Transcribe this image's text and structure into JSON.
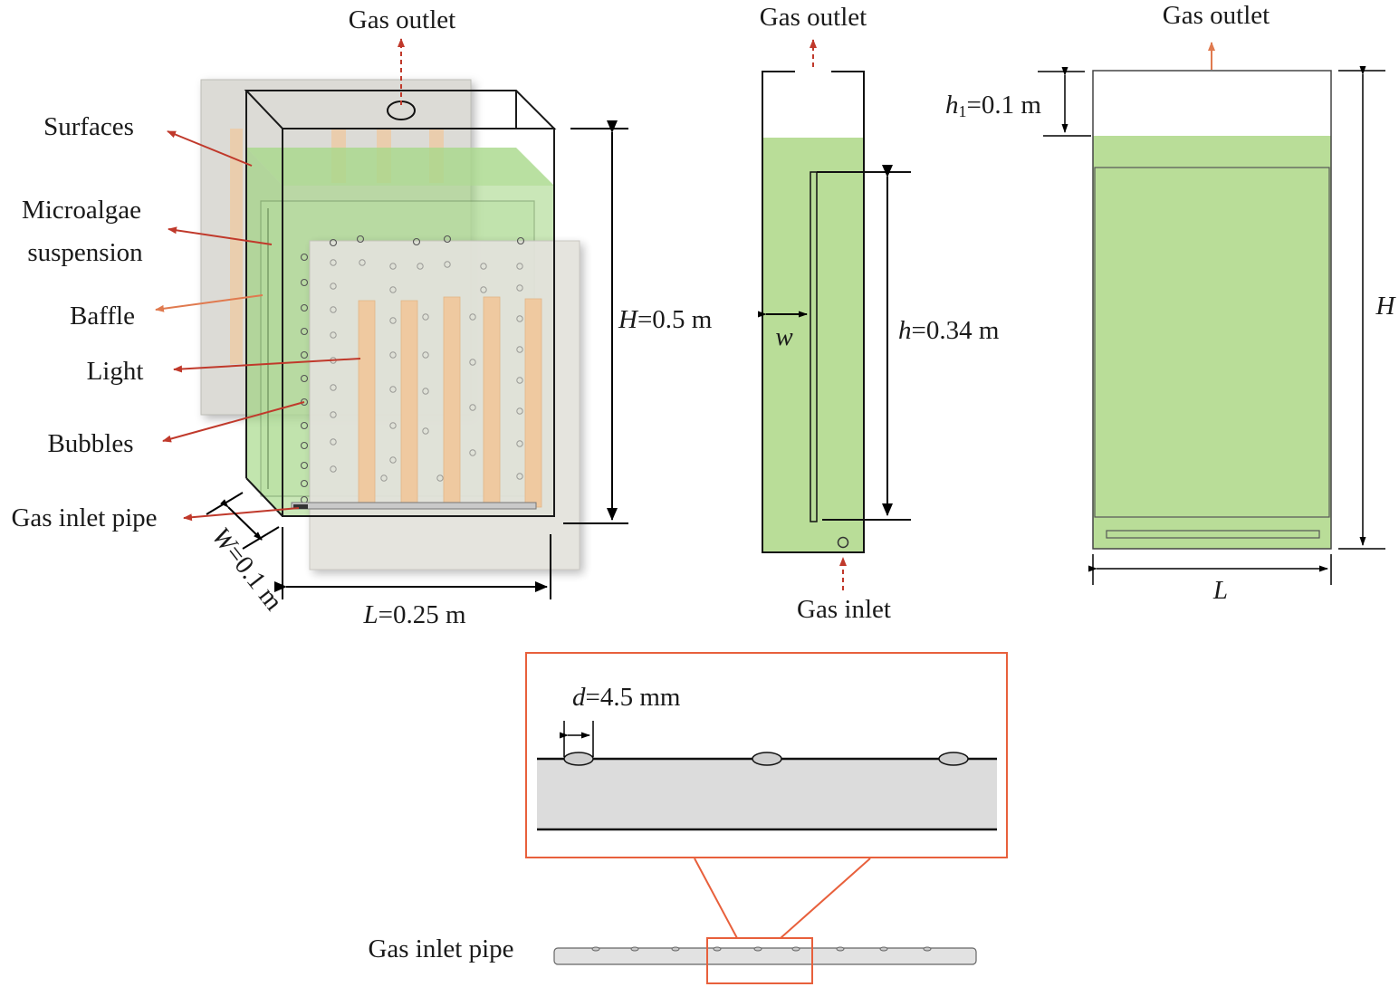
{
  "title": "Flat-plate photobioreactor geometry",
  "colors": {
    "suspension": "#b9dd98",
    "suspension_3d": "#8fcf6c",
    "panel": "#dcdbd6",
    "light_strip": "#efc9a0",
    "pipe": "#d9d9d9",
    "arrow_red": "#c0392b",
    "arrow_orange": "#e07a4f",
    "zoom_frame": "#e8603c"
  },
  "labels_3d": {
    "gas_outlet": "Gas outlet",
    "surfaces": "Surfaces",
    "microalgae_line1": "Microalgae",
    "microalgae_line2": "suspension",
    "baffle": "Baffle",
    "light": "Light",
    "bubbles": "Bubbles",
    "gas_inlet_pipe": "Gas inlet pipe",
    "H_sym": "H",
    "H_val": "=0.5 m",
    "W_sym": "W",
    "W_val": "=0.1 m",
    "L_sym": "L",
    "L_val": "=0.25 m"
  },
  "side_view": {
    "gas_outlet": "Gas outlet",
    "gas_inlet": "Gas inlet",
    "h_sym": "h",
    "h_val": "=0.34 m",
    "w_sym": "w"
  },
  "front_view": {
    "gas_outlet": "Gas outlet",
    "h1_sym": "h",
    "h1_sub": "1",
    "h1_val": "=0.1 m",
    "H_sym": "H",
    "L_sym": "L"
  },
  "detail": {
    "d_sym": "d",
    "d_val": "=4.5 mm",
    "pipe_label": "Gas inlet pipe"
  }
}
